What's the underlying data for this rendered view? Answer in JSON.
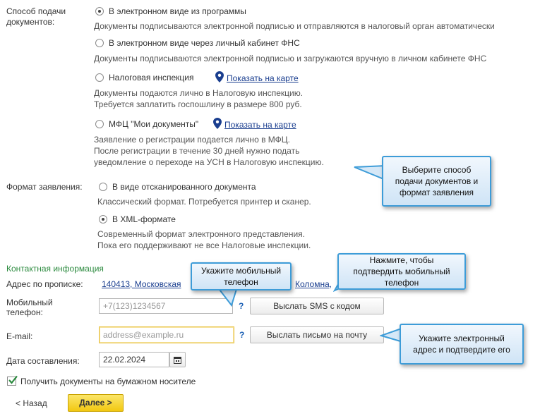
{
  "submission": {
    "label": "Способ подачи документов:",
    "options": [
      {
        "label": "В электронном виде из программы",
        "desc": "Документы подписываются электронной подписью и отправляются в налоговый орган автоматически",
        "selected": true
      },
      {
        "label": "В электронном виде через личный кабинет ФНС",
        "desc": "Документы подписываются электронной подписью и загружаются вручную в личном кабинете ФНС",
        "selected": false
      },
      {
        "label": "Налоговая инспекция",
        "map_link": "Показать на карте",
        "desc1": "Документы подаются лично в Налоговую инспекцию.",
        "desc2": "Требуется заплатить госпошлину в размере 800 руб.",
        "selected": false
      },
      {
        "label": "МФЦ \"Мои документы\"",
        "map_link": "Показать на карте",
        "desc1": "Заявление о регистрации подается лично в МФЦ.",
        "desc2": "После регистрации в течение 30 дней нужно подать",
        "desc3": "уведомление о переходе на УСН в Налоговую инспекцию.",
        "selected": false
      }
    ]
  },
  "format": {
    "label": "Формат заявления:",
    "options": [
      {
        "label": "В виде отсканированного документа",
        "desc": "Классический формат. Потребуется принтер и сканер.",
        "selected": false
      },
      {
        "label": "В XML-формате",
        "desc1": "Современный формат электронного представления.",
        "desc2": "Пока его поддерживают не все Налоговые инспекции.",
        "selected": true
      }
    ]
  },
  "contact": {
    "section_title": "Контактная информация",
    "address_label": "Адрес по прописке:",
    "address_part1": "140413, Московская",
    "address_part2": "Коломна,",
    "phone_label1": "Мобильный",
    "phone_label2": "телефон:",
    "phone_placeholder": "+7(123)1234567",
    "phone_help": "?",
    "sms_button": "Выслать SMS с кодом",
    "email_label": "E-mail:",
    "email_placeholder": "address@example.ru",
    "email_help": "?",
    "email_button": "Выслать письмо на почту",
    "date_label": "Дата составления:",
    "date_value": "22.02.2024"
  },
  "paper": {
    "label": "Получить документы на бумажном носителе",
    "checked": true
  },
  "nav": {
    "back": "< Назад",
    "next": "Далее >"
  },
  "callouts": {
    "choose": "Выберите способ подачи документов и формат заявления",
    "phone": "Укажите мобильный телефон",
    "confirm_phone": "Нажмите, чтобы подтвердить мобильный телефон",
    "email": "Укажите электронный адрес и подтвердите его"
  },
  "colors": {
    "accent_button": "#f2c811",
    "callout_border": "#3d9cd8",
    "link": "#1a3e8f",
    "section": "#2b8a3e",
    "focus_border": "#e8c244"
  }
}
